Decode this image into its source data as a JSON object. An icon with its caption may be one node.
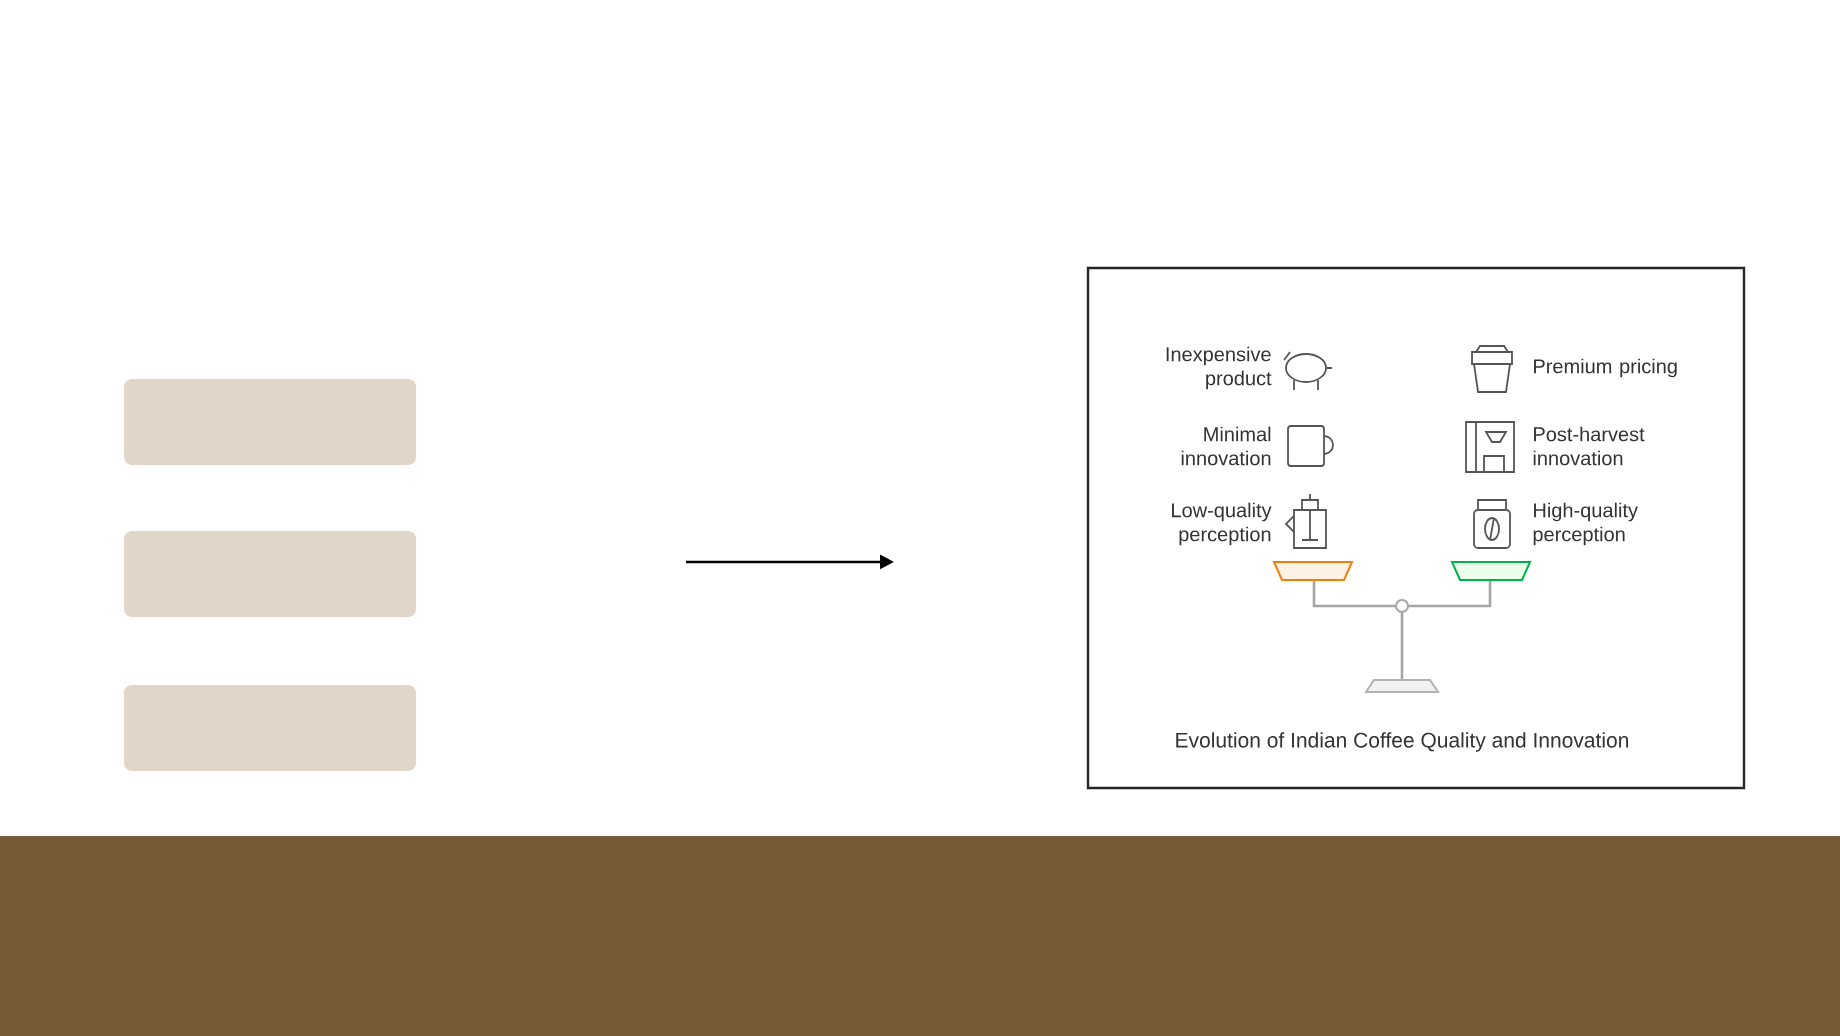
{
  "diagram": {
    "nodes": [
      {
        "text": [],
        "shape": "box"
      },
      {
        "text": [],
        "shape": "box"
      },
      {
        "text": [],
        "shape": "box"
      },
      {
        "text": [
          "Evolution of Indian Coffee Quality and Innovation"
        ]
      }
    ],
    "labels": [
      "Inexpensive product",
      "Premium pricing",
      "Minimal innovation",
      "Post-harvest innovation",
      "Low-quality perception",
      "High-quality perception"
    ]
  }
}
